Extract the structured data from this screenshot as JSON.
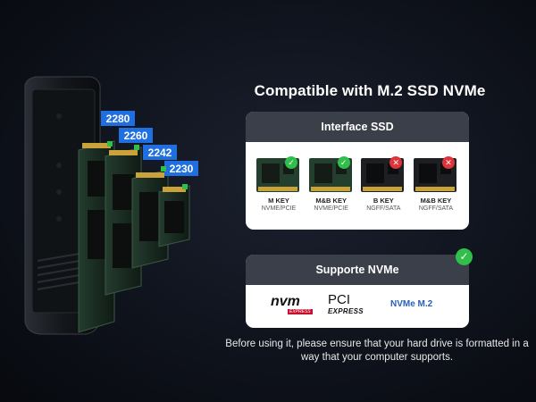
{
  "headline": "Compatible with M.2 SSD NVMe",
  "interface_card": {
    "title": "Interface SSD",
    "items": [
      {
        "name": "M KEY",
        "sub": "NVME/PCIE",
        "status": "ok"
      },
      {
        "name": "M&B KEY",
        "sub": "NVME/PCIE",
        "status": "ok"
      },
      {
        "name": "B KEY",
        "sub": "NGFF/SATA",
        "status": "no"
      },
      {
        "name": "M&B KEY",
        "sub": "NGFF/SATA",
        "status": "no"
      }
    ]
  },
  "support_card": {
    "title": "Supporte NVMe",
    "logo_nvm": "nvm",
    "logo_nvm_express": "EXPRESS",
    "logo_pci": "PCI",
    "logo_pci_express": "EXPRESS",
    "nvme_label": "NVMe M.2"
  },
  "size_labels": [
    "2280",
    "2260",
    "2242",
    "2230"
  ],
  "note": "Before using it, please ensure that your hard drive is formatted in a way that your computer supports.",
  "colors": {
    "ok": "#2fbf4a",
    "no": "#e0333b",
    "label": "#1f6fe0",
    "pcb": "#1f3a2c",
    "gold": "#c9a23a"
  },
  "icons": {
    "ok": "check-icon",
    "no": "cross-icon"
  }
}
